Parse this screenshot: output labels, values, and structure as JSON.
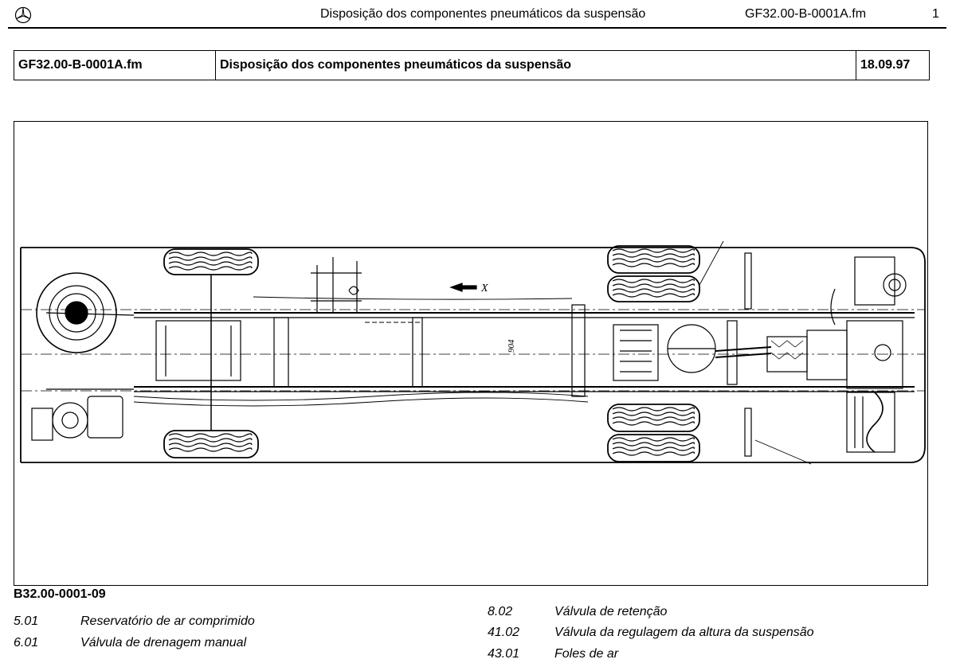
{
  "header": {
    "title": "Disposição dos componentes pneumáticos da suspensão",
    "file": "GF32.00-B-0001A.fm",
    "page": "1"
  },
  "info_table": {
    "file": "GF32.00-B-0001A.fm",
    "title": "Disposição dos componentes pneumáticos da suspensão",
    "date": "18.09.97"
  },
  "figure": {
    "id": "B32.00-0001-09",
    "direction_label": "X",
    "dimension_label": "904"
  },
  "legend": {
    "left": [
      {
        "num": "5.01",
        "text": "Reservatório de ar comprimido"
      },
      {
        "num": "6.01",
        "text": "Válvula de drenagem manual"
      }
    ],
    "right": [
      {
        "num": "8.02",
        "text": "Válvula de retenção"
      },
      {
        "num": "41.02",
        "text": "Válvula da regulagem da altura da suspensão"
      },
      {
        "num": "43.01",
        "text": "Foles de ar"
      }
    ]
  }
}
